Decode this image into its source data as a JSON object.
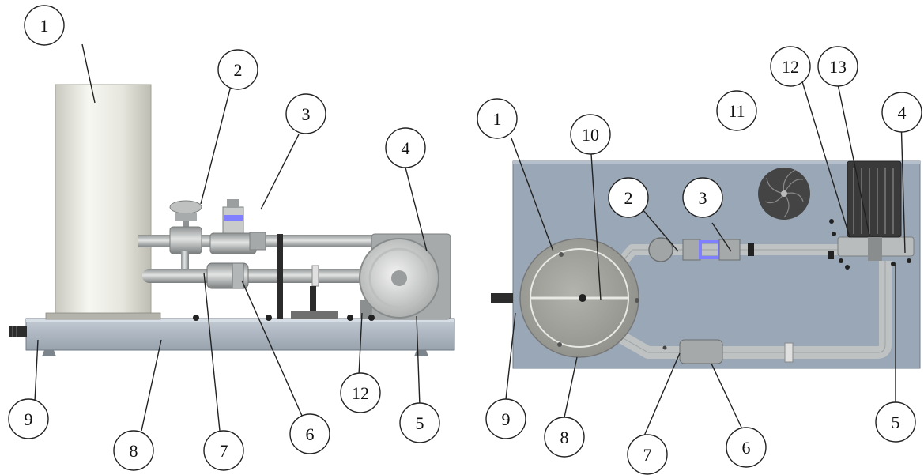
{
  "views": [
    {
      "id": "side-view",
      "callouts": [
        {
          "id": "1",
          "label": "1"
        },
        {
          "id": "2",
          "label": "2"
        },
        {
          "id": "3",
          "label": "3"
        },
        {
          "id": "4",
          "label": "4"
        },
        {
          "id": "5",
          "label": "5"
        },
        {
          "id": "6",
          "label": "6"
        },
        {
          "id": "7",
          "label": "7"
        },
        {
          "id": "8",
          "label": "8"
        },
        {
          "id": "9",
          "label": "9"
        },
        {
          "id": "12",
          "label": "12"
        }
      ]
    },
    {
      "id": "top-view",
      "callouts": [
        {
          "id": "1",
          "label": "1"
        },
        {
          "id": "2",
          "label": "2"
        },
        {
          "id": "3",
          "label": "3"
        },
        {
          "id": "4",
          "label": "4"
        },
        {
          "id": "5",
          "label": "5"
        },
        {
          "id": "6",
          "label": "6"
        },
        {
          "id": "7",
          "label": "7"
        },
        {
          "id": "8",
          "label": "8"
        },
        {
          "id": "9",
          "label": "9"
        },
        {
          "id": "10",
          "label": "10"
        },
        {
          "id": "11",
          "label": "11"
        },
        {
          "id": "12",
          "label": "12"
        },
        {
          "id": "13",
          "label": "13"
        }
      ]
    }
  ],
  "colors": {
    "base_plate": "#a9b4c0",
    "panel": "#9aa7b6",
    "steel": "#b9bcbc",
    "tank": "#eeeee6",
    "accent_blue": "#7f7fff",
    "motor_dark": "#3a3a3a"
  }
}
